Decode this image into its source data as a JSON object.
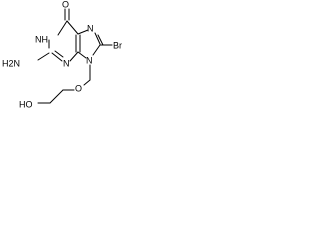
{
  "molecule": {
    "atoms": {
      "oxygen_carbonyl": "O",
      "nh_ring": "NH",
      "amino": "H2N",
      "n_ring_lower": "N",
      "n_ring_upper": "N",
      "n9": "N",
      "bromo": "Br",
      "ether_oxygen": "O",
      "hydroxyl": "HO"
    }
  }
}
